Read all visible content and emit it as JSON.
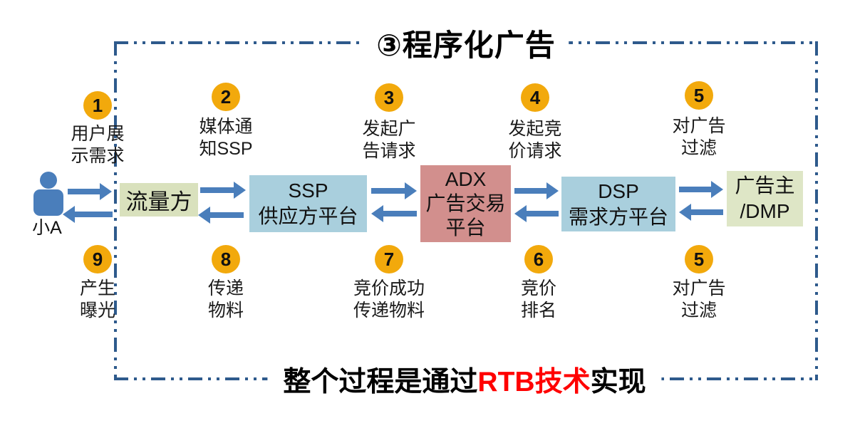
{
  "title": "③程序化广告",
  "footer": {
    "pre": "整个过程是通过",
    "highlight": "RTB技术",
    "post": "实现"
  },
  "actor": {
    "name": "小A"
  },
  "steps": {
    "top": [
      {
        "num": "1",
        "line1": "用户展",
        "line2": "示需求"
      },
      {
        "num": "2",
        "line1": "媒体通",
        "line2": "知SSP"
      },
      {
        "num": "3",
        "line1": "发起广",
        "line2": "告请求"
      },
      {
        "num": "4",
        "line1": "发起竞",
        "line2": "价请求"
      },
      {
        "num": "5",
        "line1": "对广告",
        "line2": "过滤"
      }
    ],
    "bottom": [
      {
        "num": "9",
        "line1": "产生",
        "line2": "曝光"
      },
      {
        "num": "8",
        "line1": "传递",
        "line2": "物料"
      },
      {
        "num": "7",
        "line1": "竞价成功",
        "line2": "传递物料"
      },
      {
        "num": "6",
        "line1": "竞价",
        "line2": "排名"
      },
      {
        "num": "5",
        "line1": "对广告",
        "line2": "过滤"
      }
    ]
  },
  "entities": {
    "traffic": {
      "line1": "流量方"
    },
    "ssp": {
      "line1": "SSP",
      "line2": "供应方平台"
    },
    "adx": {
      "line1": "ADX",
      "line2": "广告交易",
      "line3": "平台"
    },
    "dsp": {
      "line1": "DSP",
      "line2": "需求方平台"
    },
    "advertiser": {
      "line1": "广告主",
      "line2": "/DMP"
    }
  },
  "colors": {
    "circle": "#F2A90C",
    "arrow": "#4A7EBB",
    "border": "#2E5A8C",
    "adx": "#D28F8D",
    "platform": "#A9CFDD",
    "traffic": "#D9E1BD",
    "advertiser": "#DEE6C6",
    "highlight": "#FF0000"
  }
}
